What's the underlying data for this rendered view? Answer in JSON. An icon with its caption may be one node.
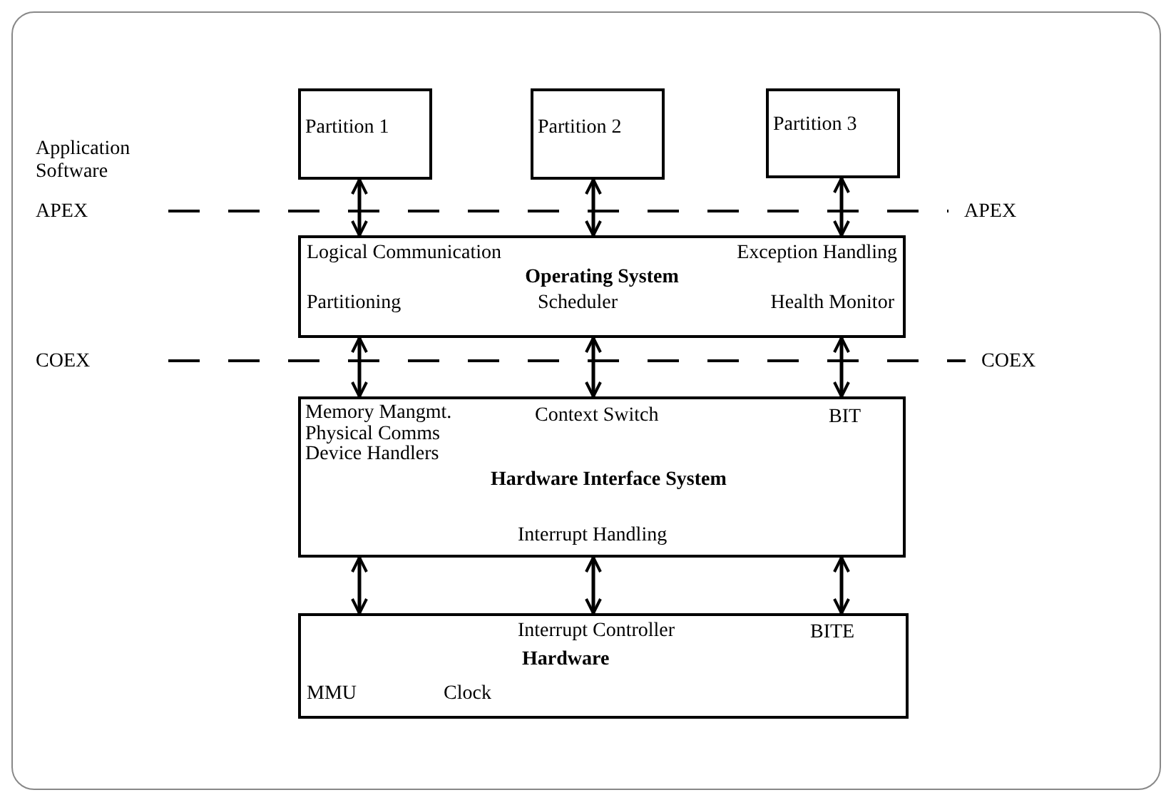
{
  "diagram": {
    "nodes": [
      {
        "text": [
          "Partition 1"
        ]
      },
      {
        "text": [
          "Partition 2"
        ]
      },
      {
        "text": [
          "Partition 3"
        ]
      },
      {
        "text": [
          "Logical Communication",
          "Exception Handling",
          "Operating System",
          "Partitioning",
          "Scheduler",
          "Health Monitor"
        ]
      },
      {
        "text": [
          "Memory Mangmt.",
          "Physical Comms",
          "Device Handlers",
          "Context Switch",
          "BIT",
          "Hardware Interface System",
          "Interrupt Handling"
        ]
      },
      {
        "text": [
          "Interrupt Controller",
          "BITE",
          "Hardware",
          "MMU",
          "Clock"
        ]
      }
    ],
    "edges": [
      {
        "from": 0,
        "to": 3,
        "arrow": "both"
      },
      {
        "from": 1,
        "to": 3,
        "arrow": "both"
      },
      {
        "from": 2,
        "to": 3,
        "arrow": "both"
      },
      {
        "from": 3,
        "to": 4,
        "arrow": "both"
      },
      {
        "from": 3,
        "to": 4,
        "arrow": "both"
      },
      {
        "from": 3,
        "to": 4,
        "arrow": "both"
      },
      {
        "from": 4,
        "to": 5,
        "arrow": "both"
      },
      {
        "from": 4,
        "to": 5,
        "arrow": "both"
      },
      {
        "from": 4,
        "to": 5,
        "arrow": "both"
      }
    ],
    "labels": [
      "Application Software",
      "APEX",
      "APEX",
      "COEX",
      "COEX"
    ]
  }
}
